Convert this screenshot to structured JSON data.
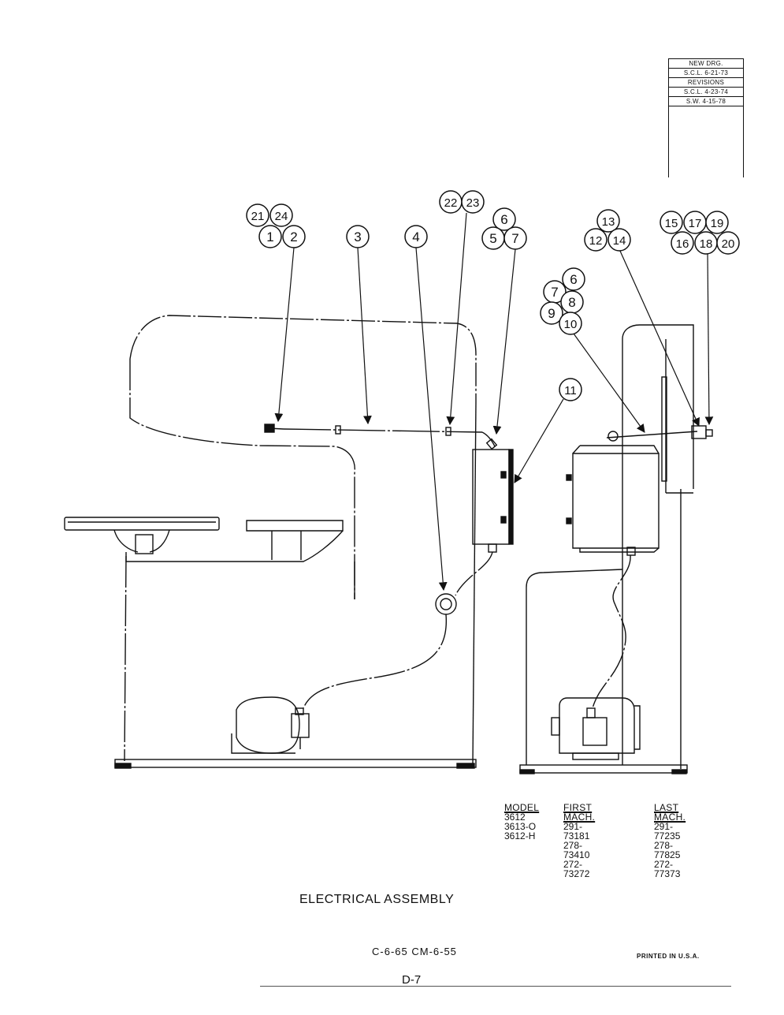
{
  "revision_block": {
    "rows": [
      "NEW DRG.",
      "S.C.L.  6-21-73",
      "REVISIONS",
      "S.C.L.  4-23-74",
      "S.W. 4-15-78"
    ]
  },
  "callouts": [
    {
      "id": "c21",
      "label": "21"
    },
    {
      "id": "c24",
      "label": "24"
    },
    {
      "id": "c1",
      "label": "1"
    },
    {
      "id": "c2",
      "label": "2"
    },
    {
      "id": "c3",
      "label": "3"
    },
    {
      "id": "c4",
      "label": "4"
    },
    {
      "id": "c22",
      "label": "22"
    },
    {
      "id": "c23",
      "label": "23"
    },
    {
      "id": "c6a",
      "label": "6"
    },
    {
      "id": "c5",
      "label": "5"
    },
    {
      "id": "c7a",
      "label": "7"
    },
    {
      "id": "c13",
      "label": "13"
    },
    {
      "id": "c12",
      "label": "12"
    },
    {
      "id": "c14",
      "label": "14"
    },
    {
      "id": "c15",
      "label": "15"
    },
    {
      "id": "c17",
      "label": "17"
    },
    {
      "id": "c19",
      "label": "19"
    },
    {
      "id": "c16",
      "label": "16"
    },
    {
      "id": "c18",
      "label": "18"
    },
    {
      "id": "c20",
      "label": "20"
    },
    {
      "id": "c6b",
      "label": "6"
    },
    {
      "id": "c7b",
      "label": "7"
    },
    {
      "id": "c8",
      "label": "8"
    },
    {
      "id": "c9",
      "label": "9"
    },
    {
      "id": "c10",
      "label": "10"
    },
    {
      "id": "c11",
      "label": "11"
    }
  ],
  "model_table": {
    "headers": [
      "MODEL",
      "FIRST MACH.",
      "LAST MACH."
    ],
    "rows": [
      [
        "3612",
        "291-73181",
        "291-77235"
      ],
      [
        "3613-O",
        "278-73410",
        "278-77825"
      ],
      [
        "3612-H",
        "272-73272",
        "272-77373"
      ]
    ]
  },
  "title": "ELECTRICAL  ASSEMBLY",
  "ref_codes": "C-6-65   CM-6-55",
  "printed": "PRINTED   IN   U.S.A.",
  "page_number": "D-7"
}
